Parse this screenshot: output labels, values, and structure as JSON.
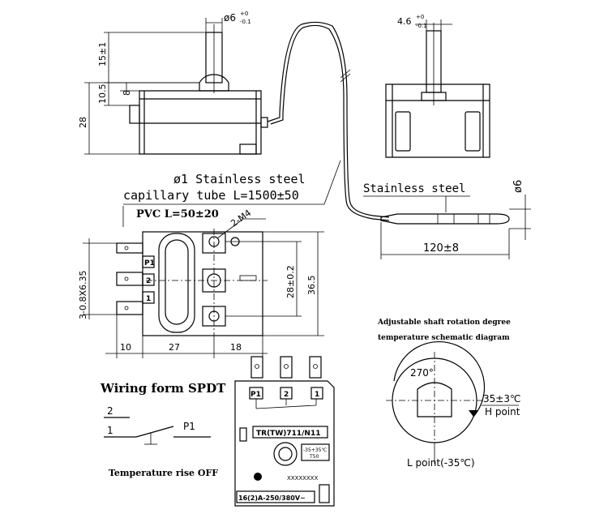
{
  "dimensions": {
    "shaft_dia_top": "ø6",
    "shaft_dia_top_tol_upper": "+0",
    "shaft_dia_top_tol_lower": "-0.1",
    "shaft_flat": "4.6",
    "shaft_flat_tol_upper": "+0",
    "shaft_flat_tol_lower": "-0.1",
    "shaft_length": "15±1",
    "height_105": "10.5",
    "height_8": "8",
    "height_28": "28",
    "bulb_dia": "ø6",
    "bulb_length": "120±8",
    "terminal_pitch": "3-0.8X6.35",
    "hole_pitch": "28±0.2",
    "body_height": "36.5",
    "dim_10": "10",
    "dim_27": "27",
    "dim_18": "18"
  },
  "labels": {
    "capillary_line1": "ø1 Stainless steel",
    "capillary_line2": "capillary tube L=1500±50",
    "pvc": "PVC  L=50±20",
    "bulb_material": "Stainless steel",
    "screw": "2-M4",
    "term_p1": "P1",
    "term_2": "2",
    "term_1": "1"
  },
  "wiring": {
    "title": "Wiring form  SPDT",
    "node_2": "2",
    "node_1": "1",
    "node_p1": "P1",
    "caption": "Temperature rise OFF"
  },
  "nameplate": {
    "term_p1": "P1",
    "term_2": "2",
    "term_1": "1",
    "model": "TR(TW)711/N11",
    "temp_range": "-35+35℃",
    "t_rating": "T50",
    "serial": "XXXXXXXX",
    "rating": "16(2)A-250/380V~"
  },
  "rotation": {
    "title_line1": "Adjustable shaft rotation degree",
    "title_line2": "temperature schematic diagram",
    "angle": "270°",
    "h_value": "35±3℃",
    "h_label": "H point",
    "l_label": "L point(-35℃)"
  }
}
